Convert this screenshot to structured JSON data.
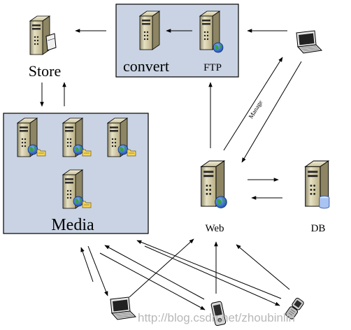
{
  "labels": {
    "store": "Store",
    "convert": "convert",
    "ftp": "FTP",
    "media": "Media",
    "web": "Web",
    "db": "DB",
    "manage": "Manage"
  },
  "watermark": "http://blog.csdn.net/zhoubinlin",
  "colors": {
    "group_fill": "#c9d3e3",
    "group_border": "#000000",
    "server_body": "#d8cfa0",
    "arrow": "#000000"
  },
  "icons": {
    "store": "server-with-disk-icon",
    "convert": "server-icon",
    "ftp": "server-with-globe-icon",
    "media_servers": "server-with-globe-and-folder-icon",
    "web": "web-server-with-globe-icon",
    "db": "database-server-icon",
    "clients": [
      "laptop-icon",
      "laptop-icon",
      "mobile-phone-icon",
      "flip-phone-icon"
    ]
  }
}
